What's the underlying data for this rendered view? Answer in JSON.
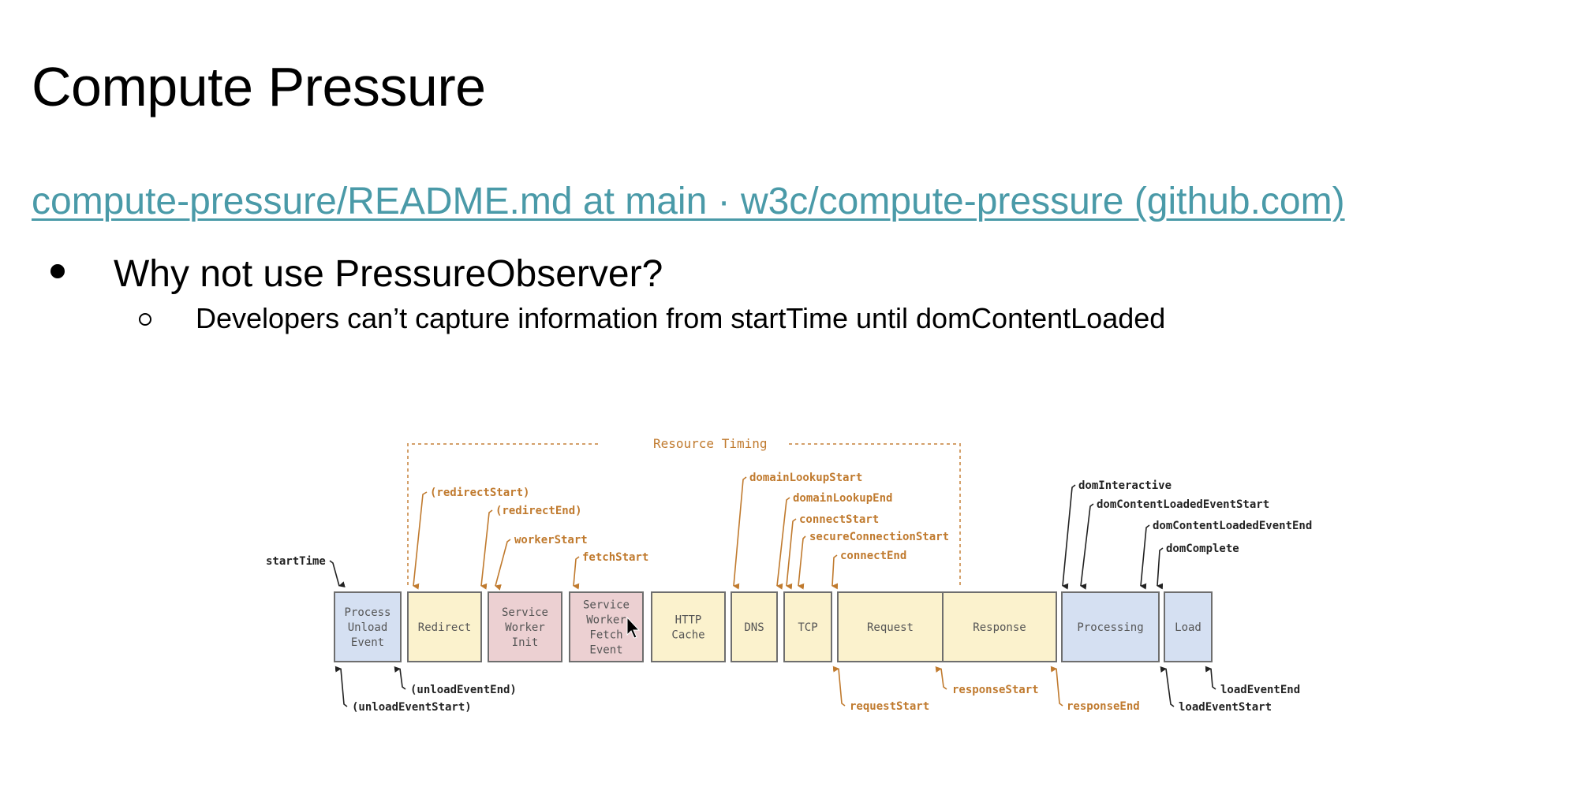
{
  "slide": {
    "title": "Compute Pressure",
    "link_text": "compute-pressure/README.md at main · w3c/compute-pressure (github.com)",
    "bullets": [
      {
        "text": "Why not use PressureObserver?",
        "sub": [
          "Developers can’t capture information from startTime until domContentLoaded"
        ]
      }
    ]
  },
  "colors": {
    "link": "#4a9aa8",
    "orange": "#c07a2e",
    "black": "#222222",
    "blue_fill": "#d5e0f2",
    "yellow_fill": "#fbf2cd",
    "pink_fill": "#ecd0d2",
    "box_stroke": "#6e6e6e"
  },
  "diagram": {
    "group_label": "Resource Timing",
    "boxes": [
      {
        "id": "process-unload-event",
        "lines": [
          "Process",
          "Unload",
          "Event"
        ],
        "fill": "blue"
      },
      {
        "id": "redirect",
        "lines": [
          "Redirect"
        ],
        "fill": "yellow"
      },
      {
        "id": "service-worker-init",
        "lines": [
          "Service",
          "Worker",
          "Init"
        ],
        "fill": "pink"
      },
      {
        "id": "service-worker-fetch-event",
        "lines": [
          "Service",
          "Worker",
          "Fetch",
          "Event"
        ],
        "fill": "pink"
      },
      {
        "id": "http-cache",
        "lines": [
          "HTTP",
          "Cache"
        ],
        "fill": "yellow"
      },
      {
        "id": "dns",
        "lines": [
          "DNS"
        ],
        "fill": "yellow"
      },
      {
        "id": "tcp",
        "lines": [
          "TCP"
        ],
        "fill": "yellow"
      },
      {
        "id": "request",
        "lines": [
          "Request"
        ],
        "fill": "yellow"
      },
      {
        "id": "response",
        "lines": [
          "Response"
        ],
        "fill": "yellow"
      },
      {
        "id": "processing",
        "lines": [
          "Processing"
        ],
        "fill": "blue"
      },
      {
        "id": "load",
        "lines": [
          "Load"
        ],
        "fill": "blue"
      }
    ],
    "top_labels": [
      {
        "text": "startTime",
        "color": "black"
      },
      {
        "text": "(redirectStart)",
        "color": "orange"
      },
      {
        "text": "(redirectEnd)",
        "color": "orange"
      },
      {
        "text": "workerStart",
        "color": "orange"
      },
      {
        "text": "fetchStart",
        "color": "orange"
      },
      {
        "text": "domainLookupStart",
        "color": "orange"
      },
      {
        "text": "domainLookupEnd",
        "color": "orange"
      },
      {
        "text": "connectStart",
        "color": "orange"
      },
      {
        "text": "secureConnectionStart",
        "color": "orange"
      },
      {
        "text": "connectEnd",
        "color": "orange"
      },
      {
        "text": "domInteractive",
        "color": "black"
      },
      {
        "text": "domContentLoadedEventStart",
        "color": "black"
      },
      {
        "text": "domContentLoadedEventEnd",
        "color": "black"
      },
      {
        "text": "domComplete",
        "color": "black"
      }
    ],
    "bottom_labels": [
      {
        "text": "(unloadEventEnd)",
        "color": "black"
      },
      {
        "text": "(unloadEventStart)",
        "color": "black"
      },
      {
        "text": "responseStart",
        "color": "orange"
      },
      {
        "text": "requestStart",
        "color": "orange"
      },
      {
        "text": "responseEnd",
        "color": "orange"
      },
      {
        "text": "loadEventEnd",
        "color": "black"
      },
      {
        "text": "loadEventStart",
        "color": "black"
      }
    ]
  }
}
